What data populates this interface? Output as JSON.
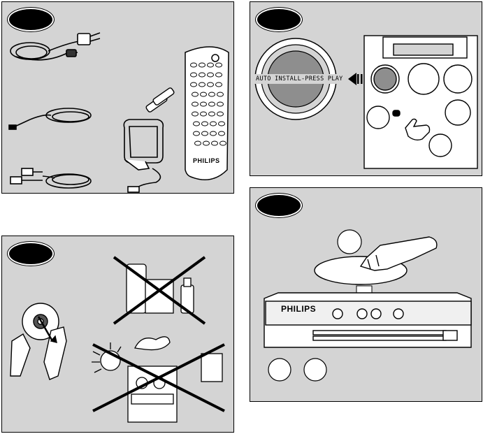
{
  "panels": {
    "accessories": {
      "remote_brand": "PHILIPS"
    },
    "auto_install": {
      "display_text": "AUTO INSTALL-PRESS PLAY"
    },
    "disc_loading": {
      "unit_brand": "PHILIPS"
    },
    "disc_care": {}
  }
}
